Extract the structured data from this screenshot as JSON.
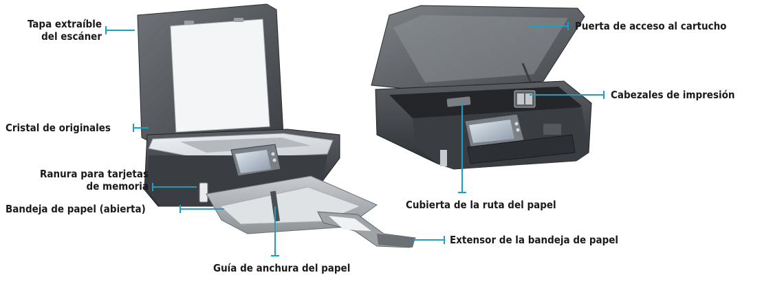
{
  "accent_color": "#1b9fc6",
  "left_printer": {
    "labels": {
      "scanner_lid_line1": "Tapa extraíble",
      "scanner_lid_line2": "del escáner",
      "scanner_glass": "Cristal de originales",
      "card_slot_line1": "Ranura para tarjetas",
      "card_slot_line2": "de memoria",
      "paper_tray": "Bandeja de papel (abierta)",
      "tray_extender": "Extensor de la bandeja de papel",
      "width_guide": "Guía de anchura del papel"
    }
  },
  "right_printer": {
    "labels": {
      "cartridge_door": "Puerta de acceso al cartucho",
      "printheads": "Cabezales de impresión",
      "paper_path_cover": "Cubierta de la ruta del papel"
    }
  }
}
